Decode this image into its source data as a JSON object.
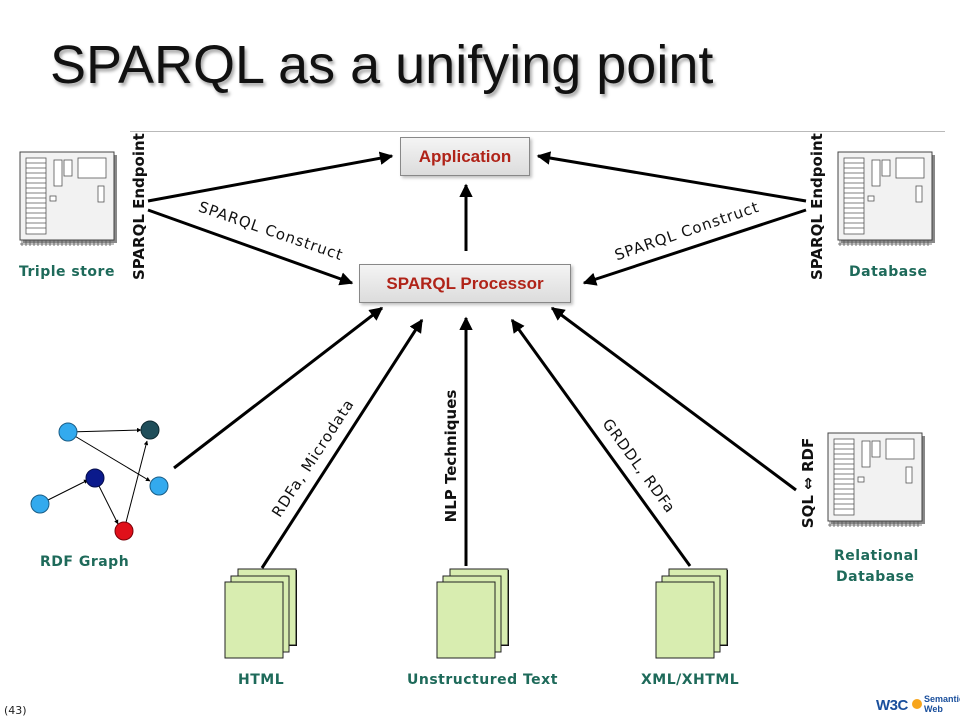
{
  "title": "SPARQL as a unifying point",
  "nodes": {
    "application": "Application",
    "processor": "SPARQL Processor"
  },
  "sources": {
    "triple_store": "Triple store",
    "database": "Database",
    "rdf_graph": "RDF Graph",
    "relational_db_line1": "Relational",
    "relational_db_line2": "Database",
    "html": "HTML",
    "unstructured_text": "Unstructured Text",
    "xml_xhtml": "XML/XHTML"
  },
  "edge_labels": {
    "endpoint_left": "SPARQL Endpoint",
    "endpoint_right": "SPARQL Endpoint",
    "construct_left": "SPARQL Construct",
    "construct_right": "SPARQL Construct",
    "sql_rdf": "SQL ⇔ RDF",
    "rdfa_microdata": "RDFa, Microdata",
    "nlp": "NLP Techniques",
    "grddl": "GRDDL, RDFa"
  },
  "footer": {
    "page_number": "(43)",
    "logo_text_1": "W3C",
    "logo_text_2": "Semantic",
    "logo_text_3": "Web"
  },
  "colors": {
    "accent_red": "#b02318",
    "label_teal": "#1e6a5a",
    "doc_green": "#d8edb0",
    "node_blue": "#33aaee",
    "node_navy": "#0b1a8c",
    "node_red": "#e0101a",
    "node_dark_teal": "#1f4e5a"
  }
}
